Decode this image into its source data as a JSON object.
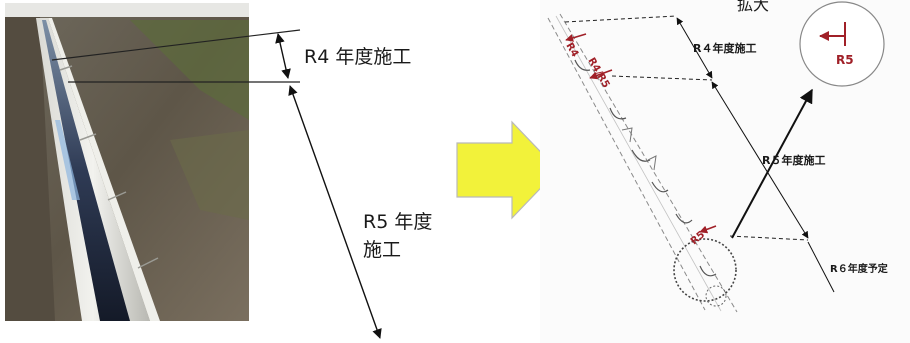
{
  "left": {
    "label_r4": "R4 年度施工",
    "label_r5_line1": "R5 年度",
    "label_r5_line2": "施工"
  },
  "right": {
    "zoom_label": "拡大",
    "zoom_marker": "R5",
    "label_r4": "R４年度施工",
    "label_r5": "R５年度施工",
    "label_r6": "R６年度予定",
    "tag_r4": "R4",
    "tag_r4r5": "R4/R5",
    "tag_r5": "R5"
  },
  "colors": {
    "arrow_fill": "#f2f23a",
    "arrow_stroke": "#b9b9b9",
    "marker_red": "#a02028"
  }
}
